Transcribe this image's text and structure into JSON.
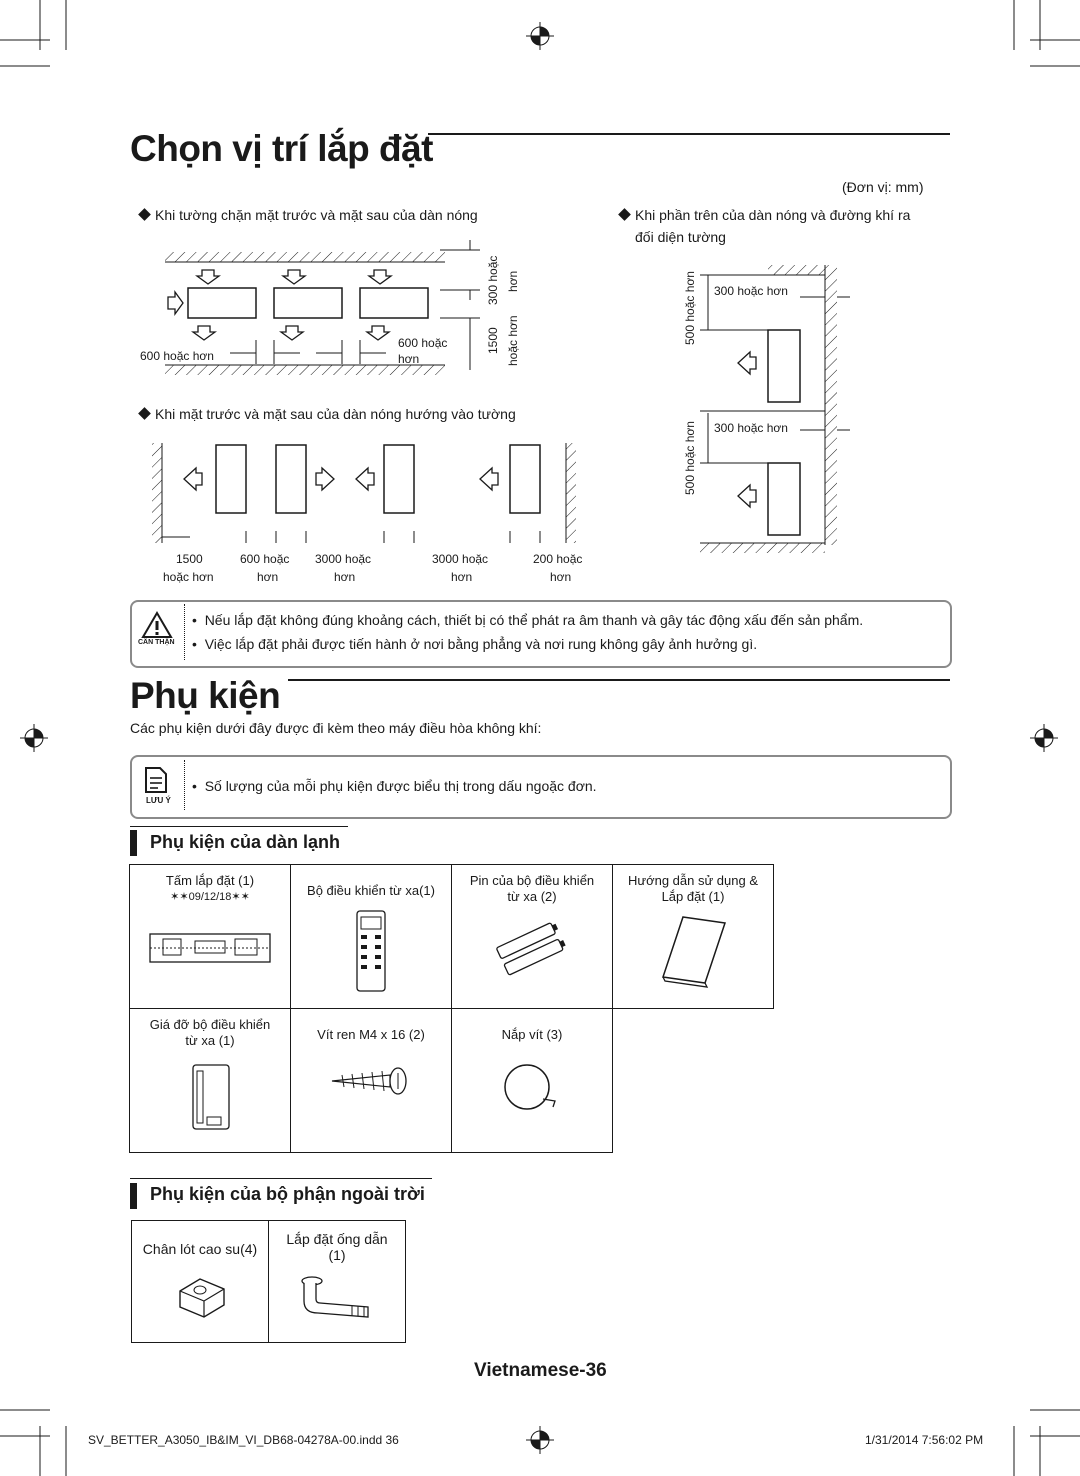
{
  "section1": {
    "title": "Chọn vị trí lắp đặt",
    "unit": "(Đơn vị: mm)",
    "case1": "Khi tường chặn mặt trước và mặt sau của dàn nóng",
    "case2_line1": "Khi phần trên của dàn nóng và đường khí ra",
    "case2_line2": "đối diện tường",
    "case3": "Khi mặt trước và mặt sau của dàn nóng hướng vào tường",
    "d1": {
      "left": "600 hoặc hơn",
      "mid_1": "600 hoặc",
      "mid_2": "hơn",
      "top_1": "300 hoặc",
      "top_2": "hơn",
      "bottom_1": "1500",
      "bottom_2": "hoặc hơn"
    },
    "d2": {
      "top_v": "500 hoặc hơn",
      "top_h": "300 hoặc hơn",
      "bot_v": "500 hoặc hơn",
      "bot_h": "300 hoặc hơn"
    },
    "d3": {
      "l1a": "1500",
      "l1b": "hoặc hơn",
      "l2a": "600 hoặc",
      "l2b": "hơn",
      "l3a": "3000 hoặc",
      "l3b": "hơn",
      "l4a": "3000 hoặc",
      "l4b": "hơn",
      "l5a": "200 hoặc",
      "l5b": "hơn"
    },
    "caution": {
      "label": "CẨN THẬN",
      "item1": "Nếu lắp đặt không đúng khoảng cách, thiết bị có thể phát ra âm thanh và gây tác động xấu đến sản phẩm.",
      "item2": "Việc lắp đặt phải được tiến hành ở nơi bằng phẳng và nơi rung không gây ảnh hưởng gì."
    }
  },
  "section2": {
    "title": "Phụ kiện",
    "intro": "Các phụ kiện dưới đây được đi kèm theo máy điều hòa không khí:",
    "note": {
      "label": "LƯU Ý",
      "item": "Số lượng của mỗi phụ kiện được biểu thị trong dấu ngoặc đơn."
    },
    "indoor": {
      "title": "Phụ kiện của dàn lạnh",
      "c1a": "Tấm lắp đặt (1)",
      "c1b": "✶✶09/12/18✶✶",
      "c2": "Bộ điều khiển từ xa(1)",
      "c3a": "Pin của bộ điều khiển",
      "c3b": "từ xa (2)",
      "c4a": "Hướng dẫn sử dụng &",
      "c4b": "Lắp đặt (1)",
      "c5a": "Giá đỡ bộ điều khiển",
      "c5b": "từ xa (1)",
      "c6": "Vít ren M4 x 16 (2)",
      "c7": "Nắp vít (3)"
    },
    "outdoor": {
      "title": "Phụ kiện của bộ phận ngoài trời",
      "c1": "Chân lót cao su(4)",
      "c2a": "Lắp đặt ống dẫn",
      "c2b": "(1)"
    }
  },
  "page_label": "Vietnamese-36",
  "footer": {
    "file": "SV_BETTER_A3050_IB&IM_VI_DB68-04278A-00.indd   36",
    "date": "1/31/2014   7:56:02 PM"
  }
}
